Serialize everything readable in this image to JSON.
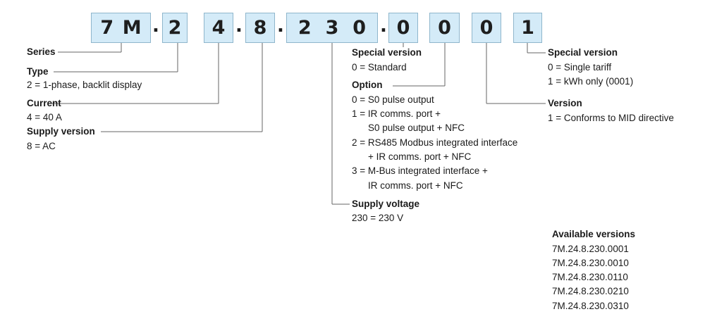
{
  "code_segments": [
    {
      "chars": [
        "7",
        "M"
      ]
    },
    {
      "chars": [
        "2"
      ]
    },
    {
      "chars": [
        "4"
      ]
    },
    {
      "chars": [
        "8"
      ]
    },
    {
      "chars": [
        "2",
        "3",
        "0"
      ]
    },
    {
      "chars": [
        "0"
      ]
    },
    {
      "chars": [
        "0"
      ]
    },
    {
      "chars": [
        "0"
      ]
    },
    {
      "chars": [
        "1"
      ]
    }
  ],
  "separator": ".",
  "left": {
    "series": {
      "title": "Series"
    },
    "type": {
      "title": "Type",
      "desc": "2 = 1-phase, backlit display"
    },
    "current": {
      "title": "Current",
      "desc": "4 = 40 A"
    },
    "supply_version": {
      "title": "Supply version",
      "desc": "8 = AC"
    }
  },
  "middle": {
    "special_version": {
      "title": "Special version",
      "desc": "0 = Standard"
    },
    "option": {
      "title": "Option",
      "lines": [
        "0 = S0 pulse output",
        "1 =  IR comms.  port +",
        "S0 pulse output + NFC",
        "2 = RS485 Modbus integrated interface",
        "+ IR comms. port + NFC",
        "3 = M-Bus integrated interface +",
        "IR comms. port + NFC"
      ]
    },
    "supply_voltage": {
      "title": "Supply voltage",
      "desc": "230 = 230 V"
    }
  },
  "right": {
    "special_version": {
      "title": "Special version",
      "lines": [
        "0 = Single tariff",
        "1 = kWh only (0001)"
      ]
    },
    "version": {
      "title": "Version",
      "desc": "1 = Conforms to MID directive"
    }
  },
  "available": {
    "title": "Available versions",
    "items": [
      "7M.24.8.230.0001",
      "7M.24.8.230.0010",
      "7M.24.8.230.0110",
      "7M.24.8.230.0210",
      "7M.24.8.230.0310"
    ]
  }
}
